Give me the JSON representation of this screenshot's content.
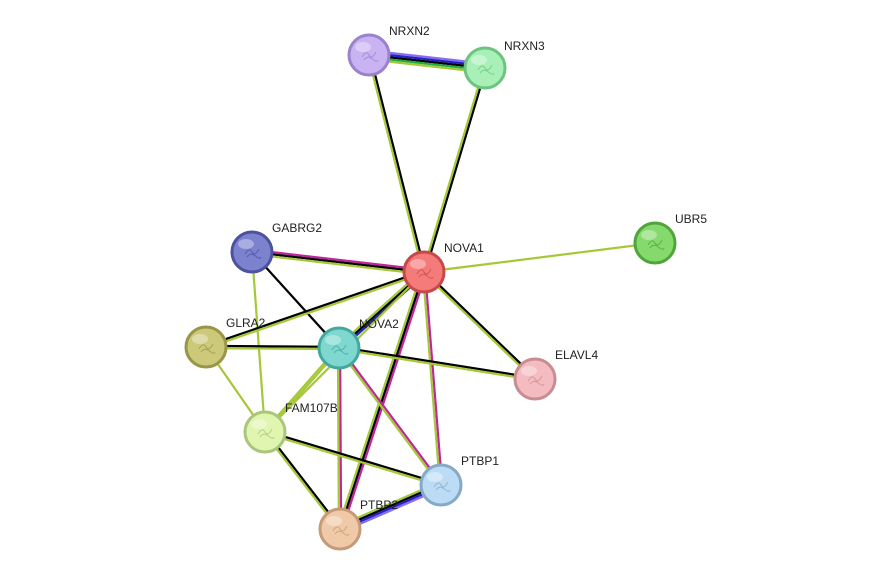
{
  "network": {
    "nodes": [
      {
        "id": "NRXN2",
        "label": "NRXN2",
        "fill": "#c9b3f2",
        "stroke": "#9a82cc"
      },
      {
        "id": "NRXN3",
        "label": "NRXN3",
        "fill": "#a9f0b8",
        "stroke": "#6cc47e"
      },
      {
        "id": "UBR5",
        "label": "UBR5",
        "fill": "#86d96c",
        "stroke": "#4fa43a"
      },
      {
        "id": "GABRG2",
        "label": "GABRG2",
        "fill": "#7d82cf",
        "stroke": "#4c52a0"
      },
      {
        "id": "NOVA1",
        "label": "NOVA1",
        "fill": "#f57a7a",
        "stroke": "#c84848"
      },
      {
        "id": "GLRA2",
        "label": "GLRA2",
        "fill": "#cdc97a",
        "stroke": "#9a9648"
      },
      {
        "id": "NOVA2",
        "label": "NOVA2",
        "fill": "#7fd8cf",
        "stroke": "#44a89e"
      },
      {
        "id": "ELAVL4",
        "label": "ELAVL4",
        "fill": "#f4bcc0",
        "stroke": "#c98c91"
      },
      {
        "id": "FAM107B",
        "label": "FAM107B",
        "fill": "#dff5b0",
        "stroke": "#a9c67c"
      },
      {
        "id": "PTBP1",
        "label": "PTBP1",
        "fill": "#bcdcf5",
        "stroke": "#86a9c6"
      },
      {
        "id": "PTBP2",
        "label": "PTBP2",
        "fill": "#f0c9a8",
        "stroke": "#c69a76"
      }
    ],
    "edges": [
      {
        "source": "NRXN2",
        "target": "NRXN3",
        "colors": [
          "#8b6cf0",
          "#2222cc",
          "#000000",
          "#22aa44",
          "#a5c838"
        ]
      },
      {
        "source": "NRXN2",
        "target": "NOVA1",
        "colors": [
          "#000000",
          "#a5c838"
        ]
      },
      {
        "source": "NRXN3",
        "target": "NOVA1",
        "colors": [
          "#000000",
          "#a5c838"
        ]
      },
      {
        "source": "UBR5",
        "target": "NOVA1",
        "colors": [
          "#a5c838"
        ]
      },
      {
        "source": "GABRG2",
        "target": "NOVA1",
        "colors": [
          "#c0259e",
          "#000000",
          "#a5c838"
        ]
      },
      {
        "source": "GABRG2",
        "target": "NOVA2",
        "colors": [
          "#000000"
        ]
      },
      {
        "source": "GABRG2",
        "target": "FAM107B",
        "colors": [
          "#a5c838"
        ]
      },
      {
        "source": "GLRA2",
        "target": "NOVA1",
        "colors": [
          "#000000",
          "#a5c838"
        ]
      },
      {
        "source": "GLRA2",
        "target": "NOVA2",
        "colors": [
          "#000000",
          "#a5c838"
        ]
      },
      {
        "source": "GLRA2",
        "target": "FAM107B",
        "colors": [
          "#a5c838"
        ]
      },
      {
        "source": "NOVA1",
        "target": "NOVA2",
        "colors": [
          "#2222cc",
          "#000000",
          "#a5c838"
        ]
      },
      {
        "source": "NOVA1",
        "target": "ELAVL4",
        "colors": [
          "#000000",
          "#a5c838"
        ]
      },
      {
        "source": "NOVA1",
        "target": "FAM107B",
        "colors": [
          "#a5c838"
        ]
      },
      {
        "source": "NOVA1",
        "target": "PTBP1",
        "colors": [
          "#c0259e",
          "#a5c838"
        ]
      },
      {
        "source": "NOVA1",
        "target": "PTBP2",
        "colors": [
          "#c0259e",
          "#000000",
          "#a5c838"
        ]
      },
      {
        "source": "NOVA2",
        "target": "ELAVL4",
        "colors": [
          "#000000",
          "#a5c838"
        ]
      },
      {
        "source": "NOVA2",
        "target": "FAM107B",
        "colors": [
          "#a5c838",
          "#a5c838"
        ]
      },
      {
        "source": "NOVA2",
        "target": "PTBP1",
        "colors": [
          "#c0259e",
          "#a5c838"
        ]
      },
      {
        "source": "NOVA2",
        "target": "PTBP2",
        "colors": [
          "#c0259e",
          "#a5c838"
        ]
      },
      {
        "source": "FAM107B",
        "target": "PTBP1",
        "colors": [
          "#000000",
          "#a5c838"
        ]
      },
      {
        "source": "FAM107B",
        "target": "PTBP2",
        "colors": [
          "#000000",
          "#a5c838"
        ]
      },
      {
        "source": "PTBP1",
        "target": "PTBP2",
        "colors": [
          "#8b6cf0",
          "#2222cc",
          "#000000",
          "#a5c838"
        ]
      }
    ]
  }
}
